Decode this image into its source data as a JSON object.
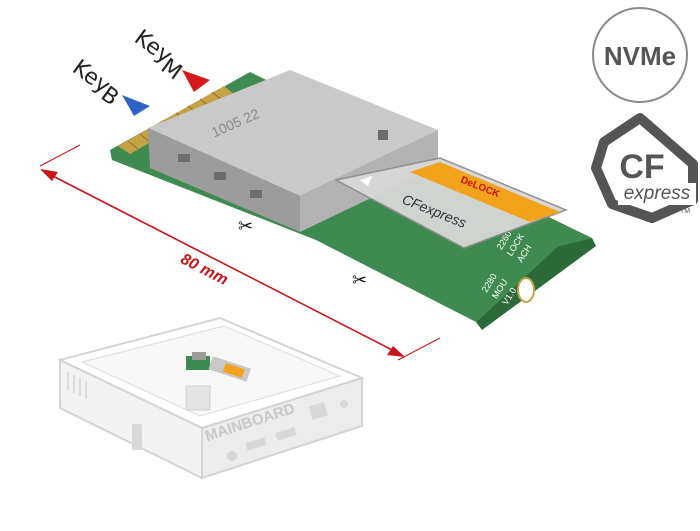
{
  "badges": {
    "nvme": "NVMe",
    "cf_top": "CF",
    "cf_bottom": "express",
    "tm": "TM"
  },
  "keys": {
    "b_word": "Key",
    "b_letter": "B",
    "m_word": "Key",
    "m_letter": "M",
    "b_color": "#2f62c9",
    "m_color": "#d8171c"
  },
  "dimension": {
    "label": "80 mm",
    "color": "#c8141a"
  },
  "card": {
    "brand": "DeLOCK",
    "name": "CFexpress"
  },
  "pcb_print": [
    "2280",
    "MOU",
    "V1.0",
    "2260",
    "LOCK",
    "ACH"
  ],
  "board_text": "MAINBOARD",
  "icons": {
    "scissors": "scissors-icon"
  }
}
